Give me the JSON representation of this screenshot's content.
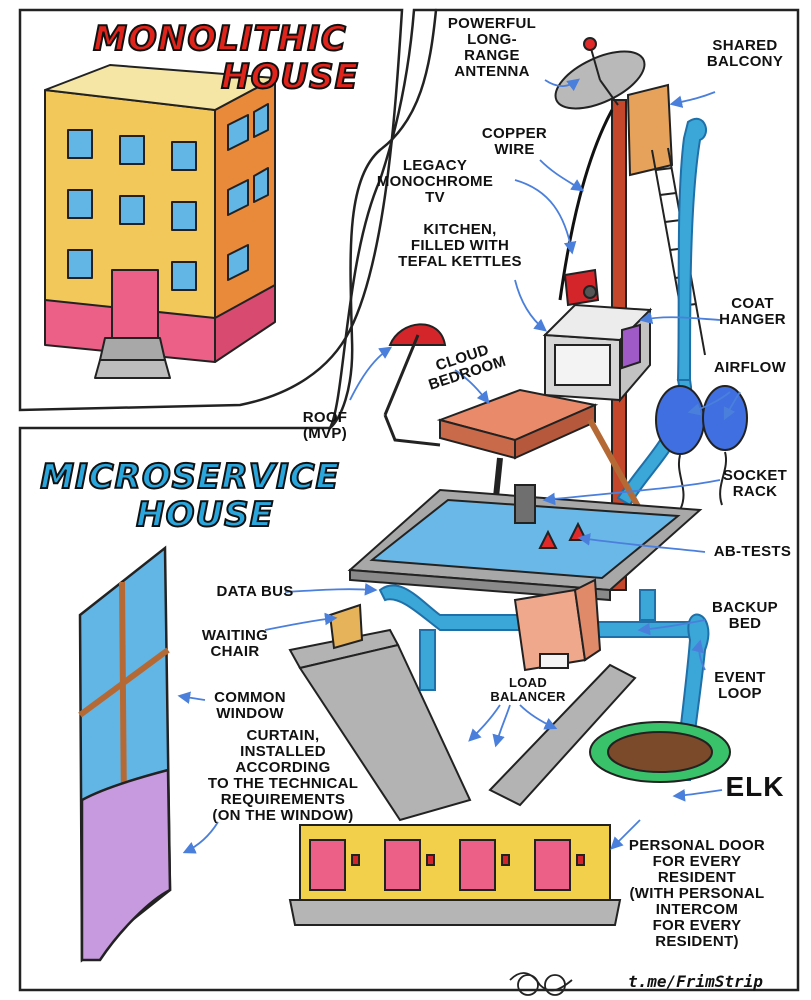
{
  "colors": {
    "monolith_title": "#e0241b",
    "micro_title": "#2aa6dc",
    "arrow": "#4a7fdc",
    "outline": "#222222",
    "wall_yellow": "#f3c85b",
    "wall_orange": "#e98a3a",
    "pink": "#ec5f86",
    "window_blue": "#62b6e6",
    "pipe_blue": "#3aa7d8",
    "balloon": "#3f6fe0",
    "wood": "#b56a35",
    "pole": "#c4472b",
    "concrete": "#9a9a9a",
    "water": "#6ab8e8",
    "grass": "#39c26a",
    "red": "#d4252a",
    "purple": "#a05ac8"
  },
  "titles": {
    "monolithic": [
      "MONOLITHIC",
      "HOUSE"
    ],
    "microservice": [
      "MICROSERVICE",
      "HOUSE"
    ]
  },
  "labels": {
    "antenna": [
      "POWERFUL",
      "LONG-",
      "RANGE",
      "ANTENNA"
    ],
    "balcony": [
      "SHARED",
      "BALCONY"
    ],
    "copper": [
      "COPPER",
      "WIRE"
    ],
    "tv": [
      "LEGACY",
      "MONOCHROME",
      "TV"
    ],
    "kitchen": [
      "KITCHEN,",
      "FILLED WITH",
      "TEFAL KETTLES"
    ],
    "coat": [
      "COAT",
      "HANGER"
    ],
    "cloud": [
      "CLOUD",
      "BEDROOM"
    ],
    "airflow": "AIRFLOW",
    "roof": [
      "ROOF",
      "(MVP)"
    ],
    "socket": [
      "SOCKET",
      "RACK"
    ],
    "abtests": "AB-TESTS",
    "databus": "DATA BUS",
    "backup": [
      "BACKUP",
      "BED"
    ],
    "waiting": [
      "WAITING",
      "CHAIR"
    ],
    "event": [
      "EVENT",
      "LOOP"
    ],
    "loadbal": [
      "LOAD",
      "BALANCER"
    ],
    "window": [
      "COMMON",
      "WINDOW"
    ],
    "curtain": [
      "CURTAIN,",
      "INSTALLED",
      "ACCORDING",
      "TO THE TECHNICAL",
      "REQUIREMENTS",
      "(ON THE WINDOW)"
    ],
    "elk": "ELK",
    "door": [
      "PERSONAL DOOR",
      "FOR EVERY",
      "RESIDENT",
      "(WITH PERSONAL",
      "INTERCOM",
      "FOR EVERY",
      "RESIDENT)"
    ]
  },
  "footer": {
    "handle": "t.me/FrimStrip"
  }
}
